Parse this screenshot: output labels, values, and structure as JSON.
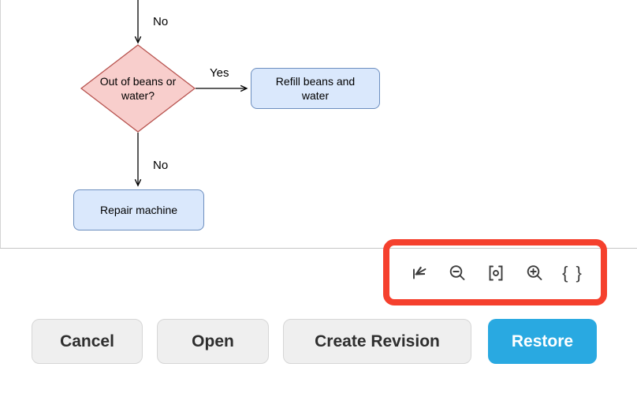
{
  "colors": {
    "decision_fill": "#f8cecc",
    "decision_stroke": "#b85450",
    "process_fill": "#dae8fc",
    "process_stroke": "#6c8ebf",
    "highlight": "#f5402d",
    "restore_bg": "#29a9e1"
  },
  "diagram": {
    "decision_label": "Out of beans or water?",
    "refill_label": "Refill beans and water",
    "repair_label": "Repair machine",
    "edge_label_no_top": "No",
    "edge_label_yes": "Yes",
    "edge_label_no_bottom": "No"
  },
  "toolbar": {
    "icon_names": [
      "reset-view",
      "zoom-out",
      "fit-page",
      "zoom-in",
      "show-xml"
    ],
    "braces_glyph": "{ }"
  },
  "buttons": {
    "cancel": "Cancel",
    "open": "Open",
    "create_revision": "Create Revision",
    "restore": "Restore"
  }
}
